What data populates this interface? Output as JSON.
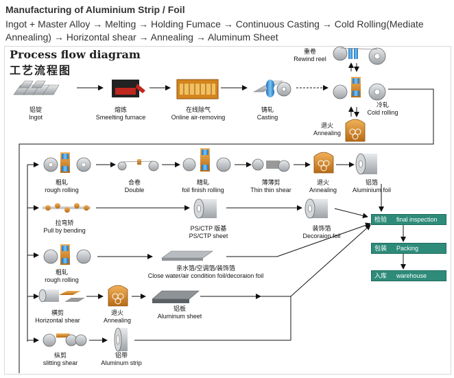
{
  "header": {
    "title": "Manufacturing of Aluminium Strip / Foil",
    "intro": "Ingot + Master Alloy → Melting → Holding Fumace → Continuous Casting → Cold Rolling(Mediate Annealing) → Horizontal shear → Annealing → Aluminum Sheet"
  },
  "diagram": {
    "title": "Process flow diagram",
    "subtitle": "工艺流程图"
  },
  "nodes": {
    "ingot": {
      "cn": "铝锭",
      "en": "Ingot"
    },
    "smelting": {
      "cn": "熔炼",
      "en": "Smeelting furnace"
    },
    "air_removing": {
      "cn": "在线除气",
      "en": "Online air-removing"
    },
    "casting": {
      "cn": "铸轧",
      "en": "Casting"
    },
    "rewind": {
      "cn": "重卷",
      "en": "Rewind reel"
    },
    "cold_rolling": {
      "cn": "冷轧",
      "en": "Cold rolling"
    },
    "annealing_top": {
      "cn": "退火",
      "en": "Annealing"
    },
    "rough_rolling": {
      "cn": "粗轧",
      "en": "rough rolling"
    },
    "double": {
      "cn": "合卷",
      "en": "Double"
    },
    "foil_finish": {
      "cn": "精轧",
      "en": "foil finish rolling"
    },
    "thin_shear": {
      "cn": "薄薄剪",
      "en": "Thin thin shear"
    },
    "annealing_r1": {
      "cn": "退火",
      "en": "Annealing"
    },
    "aluminium_foil": {
      "cn": "铝箔",
      "en": "Aluminium foil"
    },
    "pull_bending": {
      "cn": "拉弯矫",
      "en": "Pull by bending"
    },
    "ps_ctp": {
      "cn": "PS/CTP 版基",
      "en": "PS/CTP sheet"
    },
    "decoration_foil": {
      "cn": "装饰箔",
      "en": "Decoraion foil"
    },
    "rough_rolling2": {
      "cn": "粗轧",
      "en": "rough rolling"
    },
    "close_water": {
      "cn": "亲水箔/空调箔/装饰箔",
      "en": "Close water/air condition foil/decoraion foil"
    },
    "horizontal_shear": {
      "cn": "横剪",
      "en": "Horizontal shear"
    },
    "annealing_r4": {
      "cn": "退火",
      "en": "Annealing"
    },
    "aluminum_sheet": {
      "cn": "铝板",
      "en": "Aluminum sheet"
    },
    "slitting_shear": {
      "cn": "纵剪",
      "en": "slitting shear"
    },
    "aluminum_strip": {
      "cn": "铝带",
      "en": "Aluminum strip"
    }
  },
  "finals": {
    "inspection": {
      "cn": "检验",
      "en": "final inspection"
    },
    "packing": {
      "cn": "包装",
      "en": "Packing"
    },
    "warehouse": {
      "cn": "入库",
      "en": "warehouse"
    }
  },
  "colors": {
    "steel": "#c9ccd0",
    "roller_blue": "#3a8fd6",
    "coil_orange": "#d78a2a",
    "furnace_red": "#c0271e",
    "teal_box": "#2e8b7a"
  }
}
